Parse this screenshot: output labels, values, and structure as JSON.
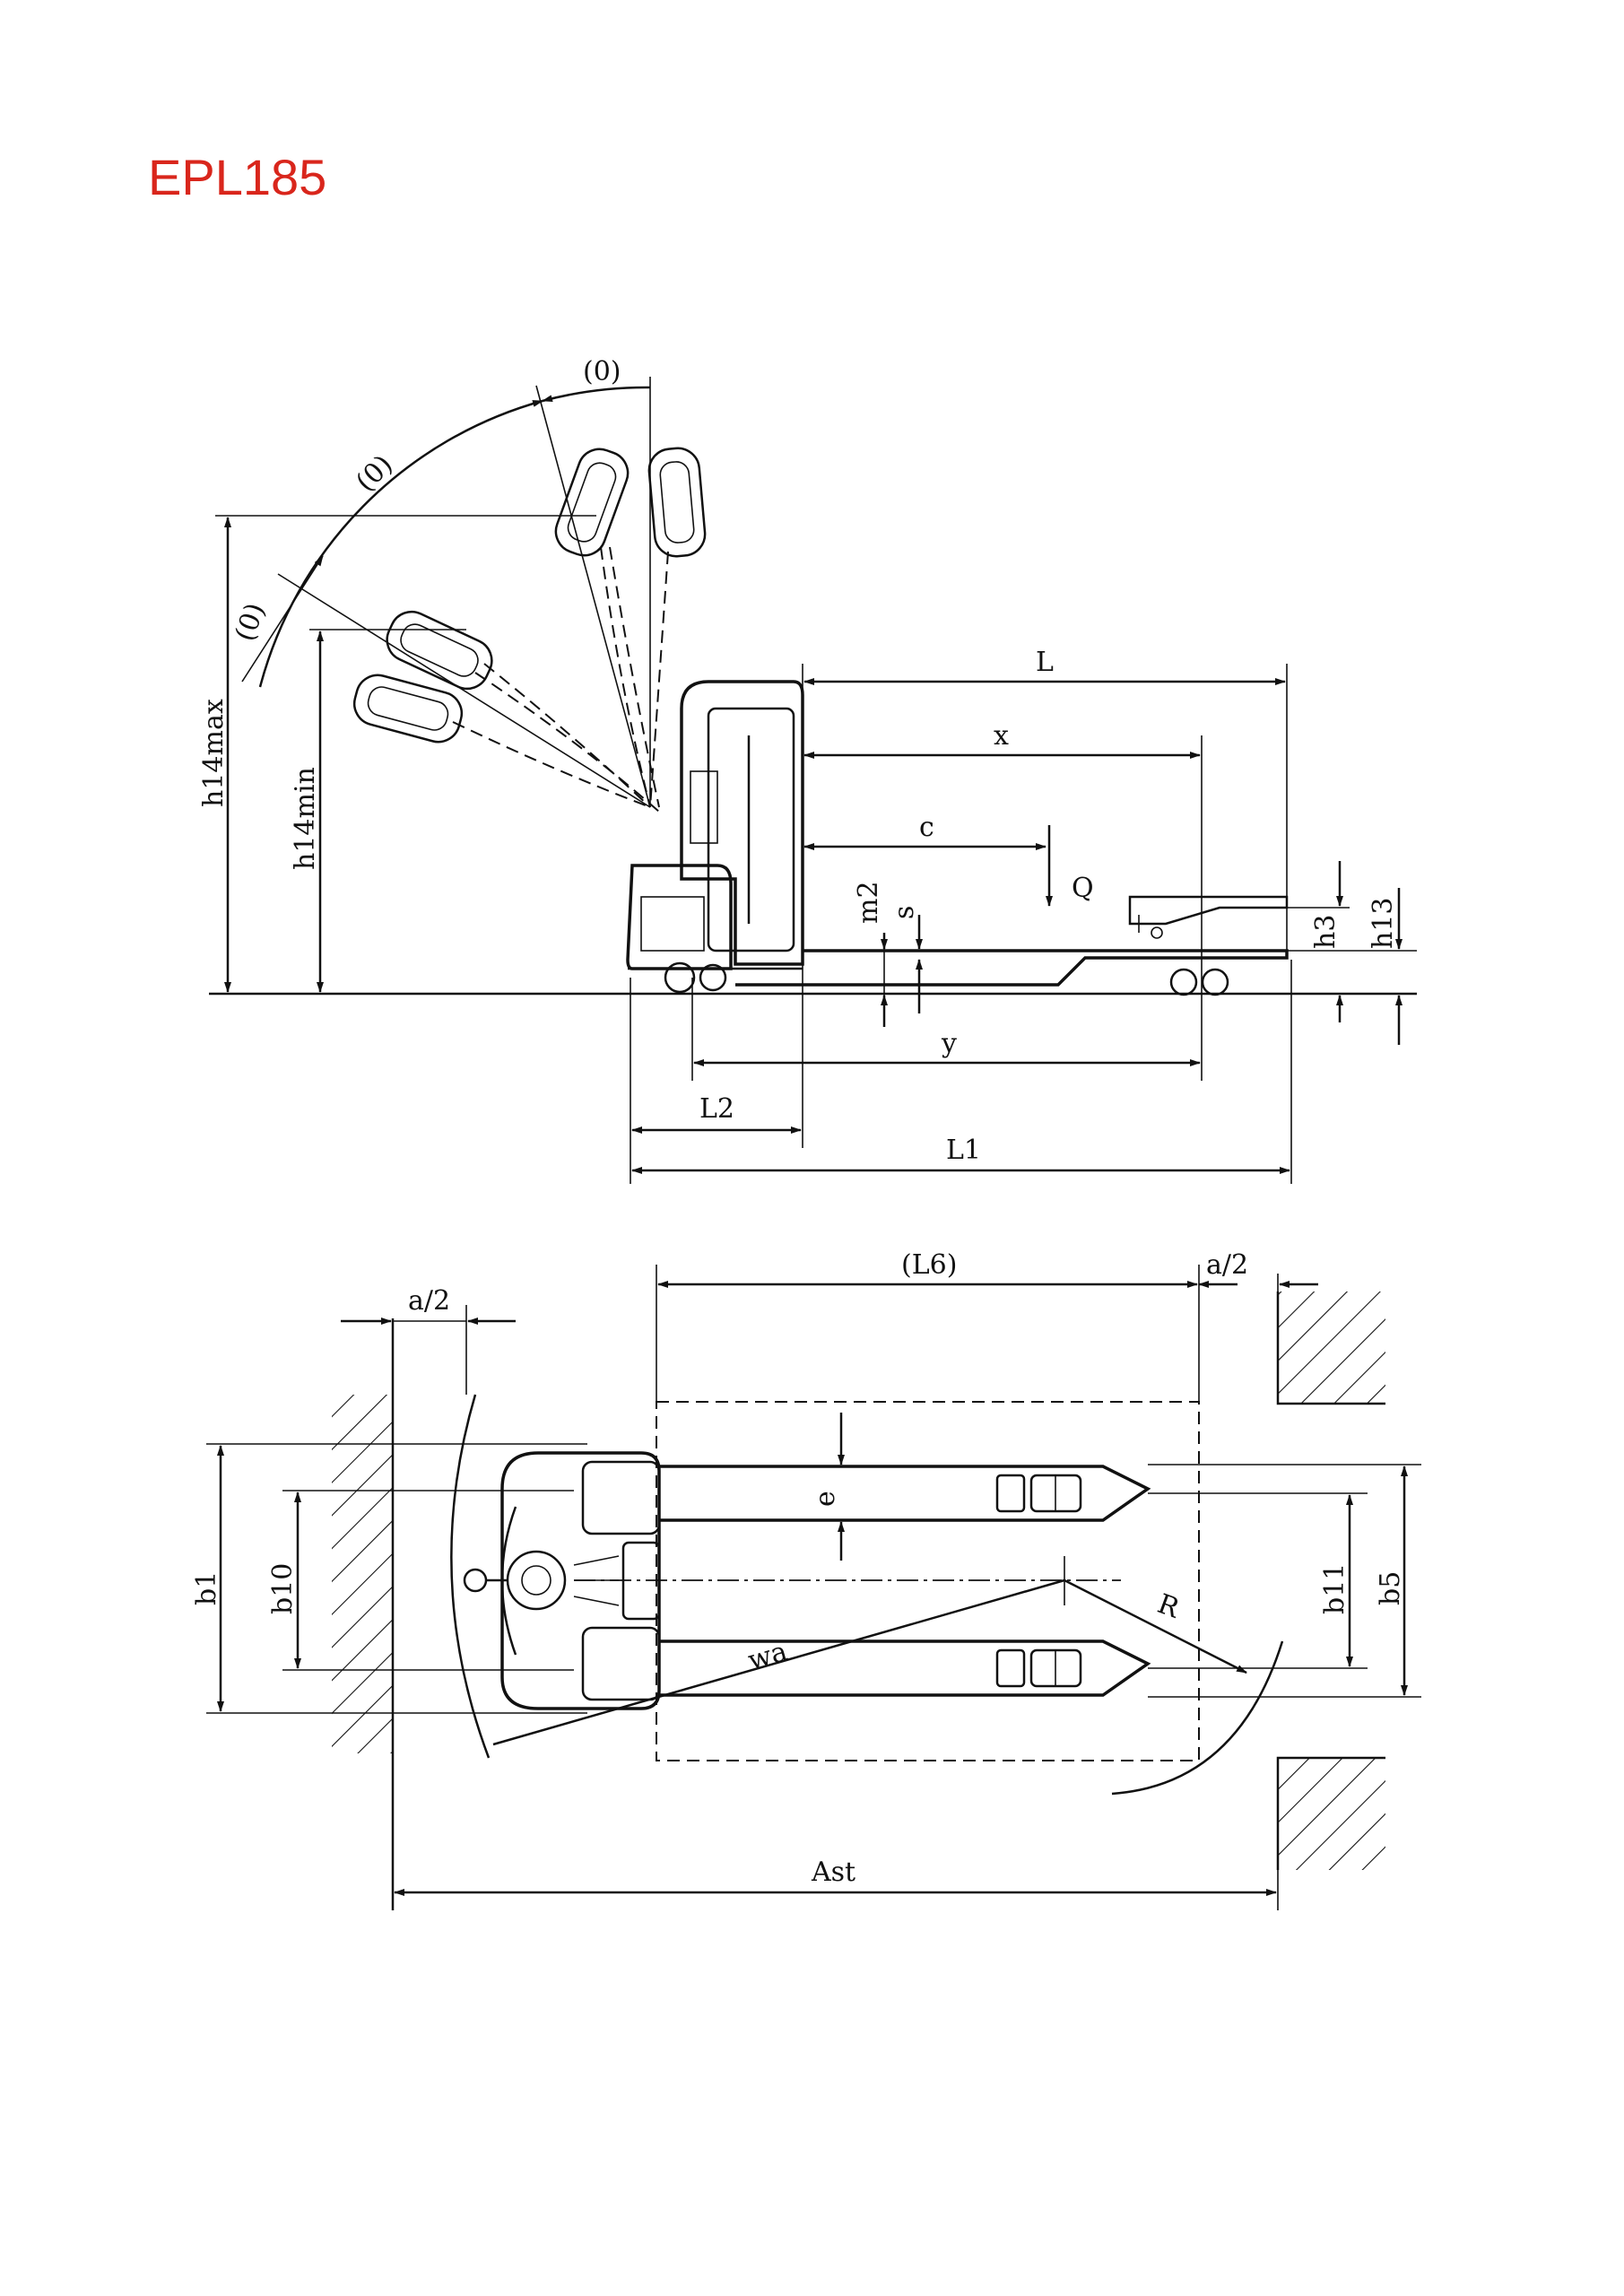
{
  "title": "EPL185",
  "side_view": {
    "angle_labels": [
      "(0)",
      "(0)",
      "(0)"
    ],
    "dims": {
      "L": "L",
      "x": "x",
      "c": "c",
      "Q": "Q",
      "y": "y",
      "L2": "L2",
      "L1": "L1",
      "h14max": "h14max",
      "h14min": "h14min",
      "m2": "m2",
      "s": "s",
      "h3": "h3",
      "h13": "h13"
    }
  },
  "top_view": {
    "dims": {
      "L6": "(L6)",
      "a2_left": "a/2",
      "a2_right": "a/2",
      "e": "e",
      "b1": "b1",
      "b10": "b10",
      "b11": "b11",
      "b5": "b5",
      "wa": "wa",
      "R": "R",
      "Ast": "Ast"
    }
  }
}
